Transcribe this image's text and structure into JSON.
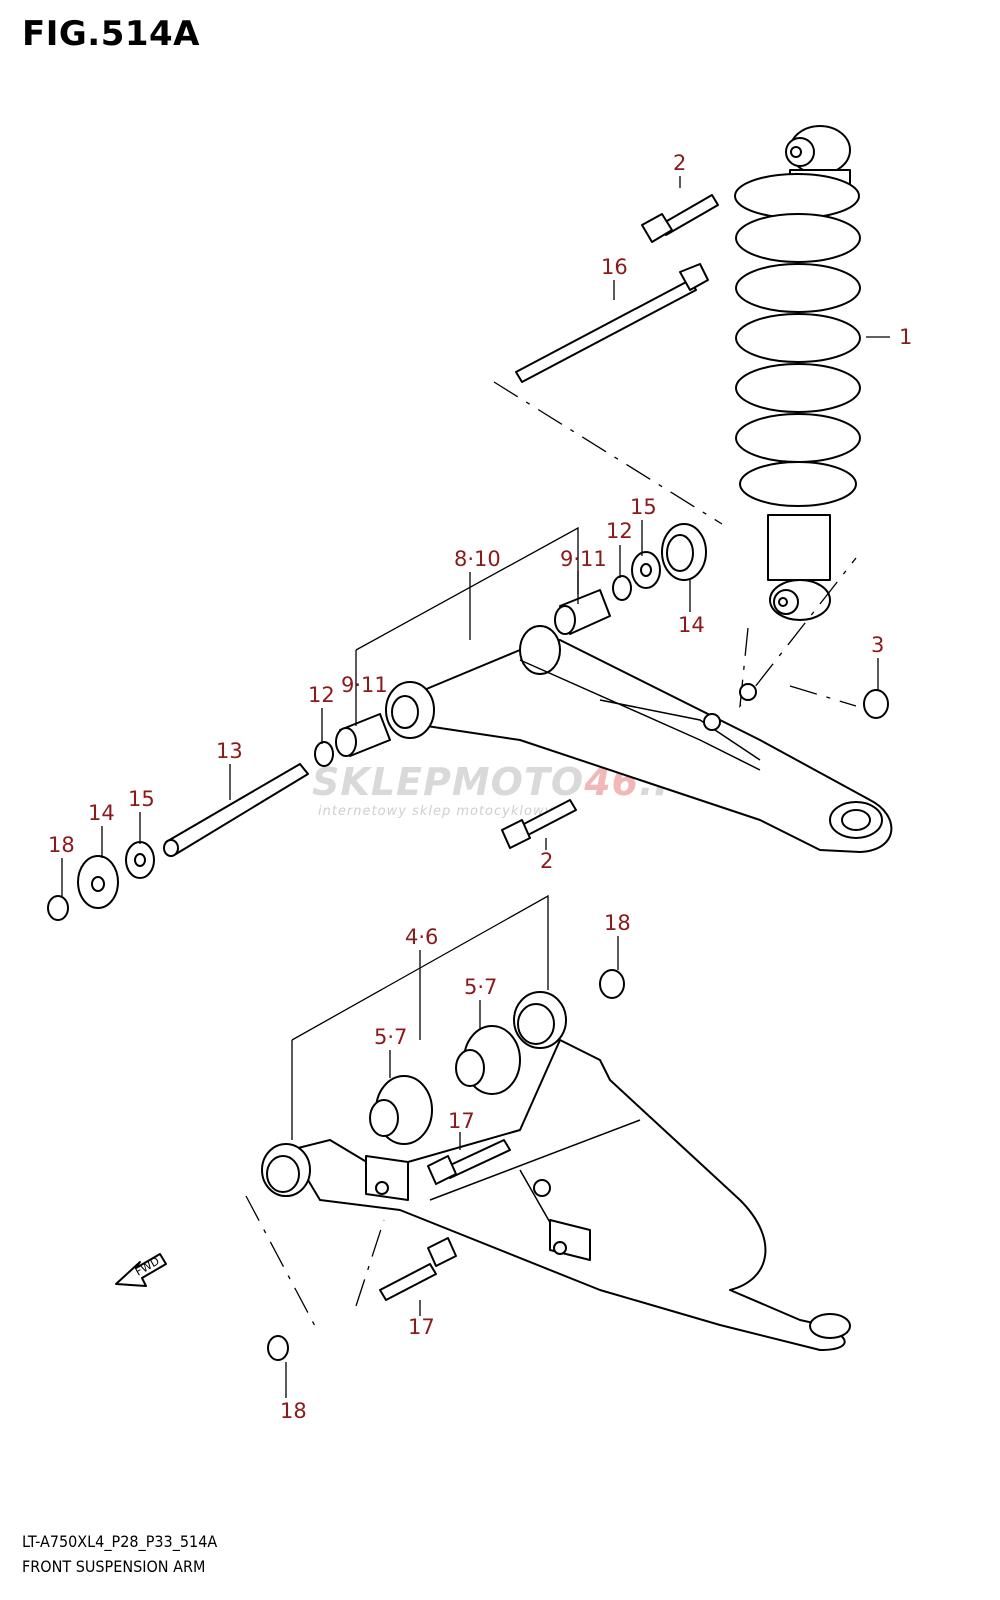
{
  "figure": {
    "title": "FIG.514A",
    "model_code": "LT-A750XL4_P28_P33_514A",
    "name": "FRONT SUSPENSION ARM"
  },
  "watermark": {
    "brand_left": "SKLEPMOTO",
    "brand_accent": "46",
    "brand_right": ".PL",
    "tagline": "internetowy sklep motocyklowy"
  },
  "direction_marker": {
    "label": "FWD"
  },
  "callouts": [
    {
      "id": "c1",
      "label": "1"
    },
    {
      "id": "c2a",
      "label": "2"
    },
    {
      "id": "c2b",
      "label": "2"
    },
    {
      "id": "c3",
      "label": "3"
    },
    {
      "id": "c4",
      "label": "4·6"
    },
    {
      "id": "c5a",
      "label": "5·7"
    },
    {
      "id": "c5b",
      "label": "5·7"
    },
    {
      "id": "c8",
      "label": "8·10"
    },
    {
      "id": "c9a",
      "label": "9·11"
    },
    {
      "id": "c9b",
      "label": "9·11"
    },
    {
      "id": "c12a",
      "label": "12"
    },
    {
      "id": "c12b",
      "label": "12"
    },
    {
      "id": "c13",
      "label": "13"
    },
    {
      "id": "c14a",
      "label": "14"
    },
    {
      "id": "c14b",
      "label": "14"
    },
    {
      "id": "c15a",
      "label": "15"
    },
    {
      "id": "c15b",
      "label": "15"
    },
    {
      "id": "c16",
      "label": "16"
    },
    {
      "id": "c17a",
      "label": "17"
    },
    {
      "id": "c17b",
      "label": "17"
    },
    {
      "id": "c18a",
      "label": "18"
    },
    {
      "id": "c18b",
      "label": "18"
    },
    {
      "id": "c18c",
      "label": "18"
    }
  ],
  "colors": {
    "callout": "#8b1a1a",
    "line": "#000000"
  }
}
